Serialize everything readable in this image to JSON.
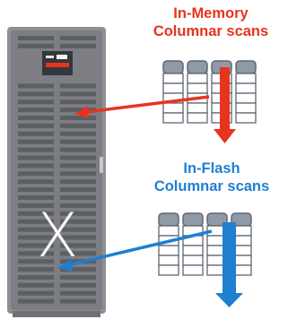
{
  "labels": {
    "in_memory": {
      "line1": "In-Memory",
      "line2": "Columnar scans"
    },
    "in_flash": {
      "line1": "In-Flash",
      "line2": "Columnar scans"
    }
  },
  "server": {
    "logo_letter": "X"
  },
  "colors": {
    "in_memory": "#e8331f",
    "in_flash": "#1f7fd1",
    "rack": "#8d8f94",
    "rack_slot": "#5b5e63",
    "table_header": "#8e9aa6",
    "table_border": "#5f6770"
  },
  "icons": [
    "server-rack-icon",
    "table-columns-icon",
    "arrow-icon"
  ]
}
